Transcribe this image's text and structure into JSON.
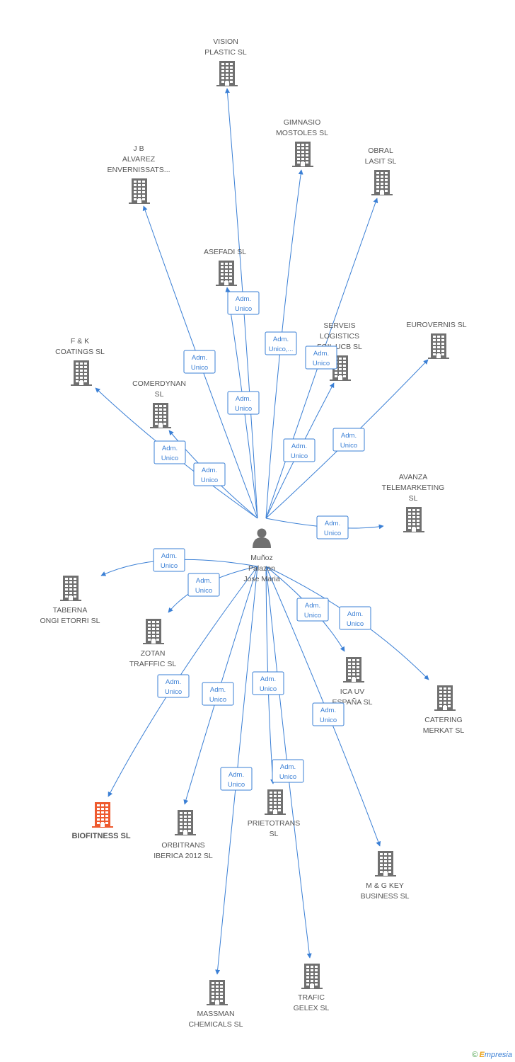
{
  "person": {
    "lines": [
      "Muñoz",
      "Palazon",
      "Jose Maria"
    ]
  },
  "companies": [
    {
      "id": "vision",
      "lines": [
        "VISION",
        "PLASTIC  SL"
      ]
    },
    {
      "id": "gimnasio",
      "lines": [
        "GIMNASIO",
        "MOSTOLES  SL"
      ]
    },
    {
      "id": "obral",
      "lines": [
        "OBRAL",
        "LASIT  SL"
      ]
    },
    {
      "id": "jb",
      "lines": [
        "J B",
        "ALVAREZ",
        "ENVERNISSATS..."
      ]
    },
    {
      "id": "asefadi",
      "lines": [
        "ASEFADI  SL"
      ]
    },
    {
      "id": "serveis",
      "lines": [
        "SERVEIS",
        "LOGISTICS",
        "FGIL UCB  SL"
      ]
    },
    {
      "id": "eurovernis",
      "lines": [
        "EUROVERNIS SL"
      ]
    },
    {
      "id": "fk",
      "lines": [
        "F & K",
        "COATINGS SL"
      ]
    },
    {
      "id": "comerdynan",
      "lines": [
        "COMERDYNAN",
        "SL"
      ]
    },
    {
      "id": "avanza",
      "lines": [
        "AVANZA",
        "TELEMARKETING",
        "SL"
      ]
    },
    {
      "id": "taberna",
      "lines": [
        "TABERNA",
        "ONGI ETORRI SL"
      ]
    },
    {
      "id": "zotan",
      "lines": [
        "ZOTAN",
        "TRAFFFIC SL"
      ]
    },
    {
      "id": "icauv",
      "lines": [
        "ICA UV",
        "ESPAÑA SL"
      ]
    },
    {
      "id": "catering",
      "lines": [
        "CATERING",
        "MERKAT  SL"
      ]
    },
    {
      "id": "biofitness",
      "lines": [
        "BIOFITNESS SL"
      ],
      "highlight": true
    },
    {
      "id": "orbitrans",
      "lines": [
        "ORBITRANS",
        "IBERICA 2012 SL"
      ]
    },
    {
      "id": "prietotrans",
      "lines": [
        "PRIETOTRANS",
        "SL"
      ]
    },
    {
      "id": "mgkey",
      "lines": [
        "M & G KEY",
        "BUSINESS  SL"
      ]
    },
    {
      "id": "massman",
      "lines": [
        "MASSMAN",
        "CHEMICALS  SL"
      ]
    },
    {
      "id": "trafic",
      "lines": [
        "TRAFIC",
        "GELEX  SL"
      ]
    }
  ],
  "edges": [
    {
      "target": "vision",
      "role": [
        "Adm.",
        "Unico"
      ]
    },
    {
      "target": "gimnasio",
      "role": [
        "Adm.",
        "Unico,..."
      ]
    },
    {
      "target": "obral",
      "role": [
        "Adm.",
        "Unico"
      ]
    },
    {
      "target": "jb",
      "role": [
        "Adm.",
        "Unico"
      ]
    },
    {
      "target": "asefadi",
      "role": [
        "Adm.",
        "Unico"
      ]
    },
    {
      "target": "serveis",
      "role": [
        "Adm.",
        "Unico"
      ]
    },
    {
      "target": "eurovernis",
      "role": [
        "Adm.",
        "Unico"
      ]
    },
    {
      "target": "fk",
      "role": [
        "Adm.",
        "Unico"
      ]
    },
    {
      "target": "comerdynan",
      "role": [
        "Adm.",
        "Unico"
      ]
    },
    {
      "target": "avanza",
      "role": [
        "Adm.",
        "Unico"
      ]
    },
    {
      "target": "taberna",
      "role": [
        "Adm.",
        "Unico"
      ]
    },
    {
      "target": "zotan",
      "role": [
        "Adm.",
        "Unico"
      ]
    },
    {
      "target": "icauv",
      "role": [
        "Adm.",
        "Unico"
      ]
    },
    {
      "target": "catering",
      "role": [
        "Adm.",
        "Unico"
      ]
    },
    {
      "target": "biofitness",
      "role": [
        "Adm.",
        "Unico"
      ]
    },
    {
      "target": "orbitrans",
      "role": [
        "Adm.",
        "Unico"
      ]
    },
    {
      "target": "prietotrans",
      "role": [
        "Adm.",
        "Unico"
      ]
    },
    {
      "target": "mgkey",
      "role": [
        "Adm.",
        "Unico"
      ]
    },
    {
      "target": "massman",
      "role": [
        "Adm.",
        "Unico"
      ]
    },
    {
      "target": "trafic",
      "role": [
        "Adm.",
        "Unico"
      ]
    }
  ],
  "colors": {
    "edge": "#3a7fd5",
    "building": "#707070",
    "building_highlight": "#ee5a2e",
    "person": "#707070"
  },
  "icons": {
    "company": "building-icon",
    "person": "person-icon"
  },
  "watermark": {
    "symbol": "©",
    "initial": "E",
    "rest": "mpresia"
  }
}
